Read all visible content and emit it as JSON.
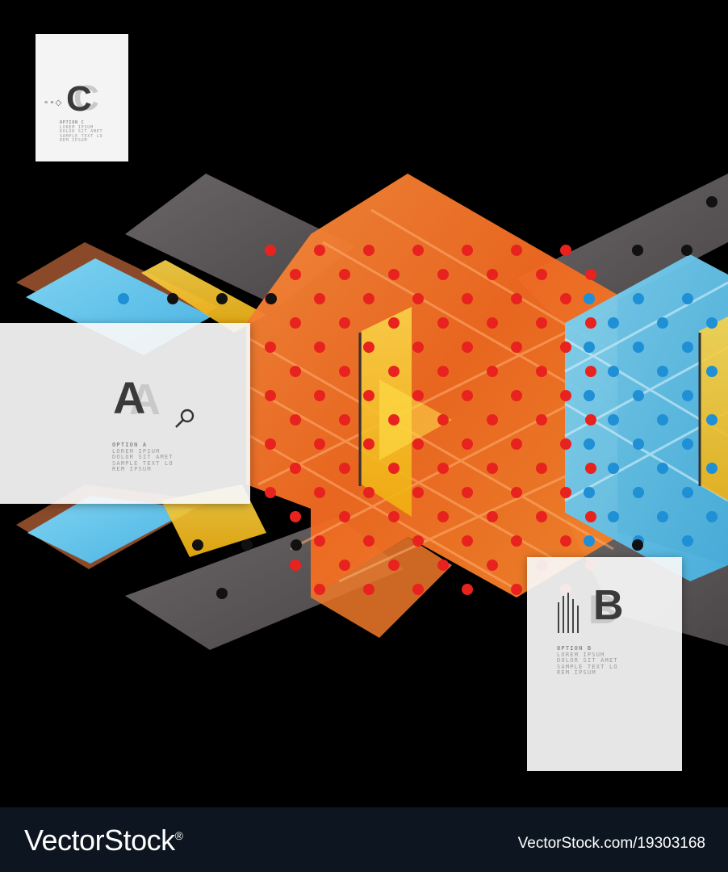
{
  "cards": {
    "a": {
      "letter": "A",
      "option": "OPTION A",
      "lines": [
        "LOREM IPSUM",
        "DOLOR SIT AMET",
        "SAMPLE TEXT LO",
        "REM IPSUM"
      ]
    },
    "b": {
      "letter": "B",
      "option": "OPTION B",
      "lines": [
        "LOREM IPSUM",
        "DOLOR SIT AMET",
        "SAMPLE TEXT LO",
        "REM IPSUM"
      ]
    },
    "c": {
      "letter": "C",
      "option": "OPTION C",
      "lines": [
        "LOREM IPSUM",
        "DOLOR SIT AMET",
        "SAMPLE TEXT LO",
        "REM IPSUM"
      ]
    }
  },
  "icons": {
    "a": "magnifier-icon",
    "b": "vertical-lines-icon",
    "c": "diamond-dots-icon"
  },
  "watermark": {
    "brand": "VectorStock",
    "trademark": "®",
    "id": "VectorStock.com/19303168"
  },
  "colors": {
    "background": "#000000",
    "orange": "#f26a21",
    "blue": "#5bbfe8",
    "yellow": "#f7c21a",
    "gray": "#5a5556",
    "brown": "#8a4a2a",
    "dot_red": "#e8231f",
    "dot_blue": "#1f8fd6",
    "dot_dark": "#111111"
  }
}
